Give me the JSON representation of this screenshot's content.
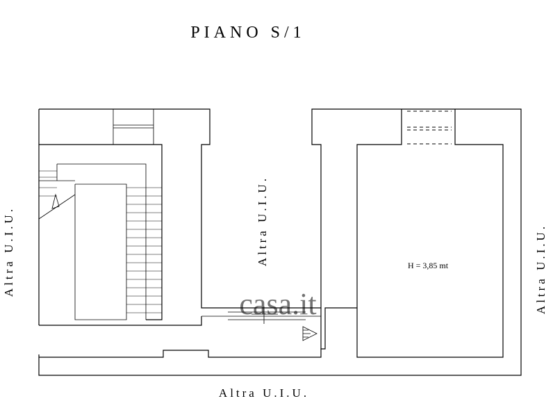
{
  "floor_title": "PIANO S/1",
  "neighbor_labels": {
    "left": "Altra U.I.U.",
    "center": "Altra U.I.U.",
    "right": "Altra U.I.U.",
    "bottom": "Altra U.I.U."
  },
  "room_height": "H = 3,85 mt",
  "watermark": "casa.it"
}
